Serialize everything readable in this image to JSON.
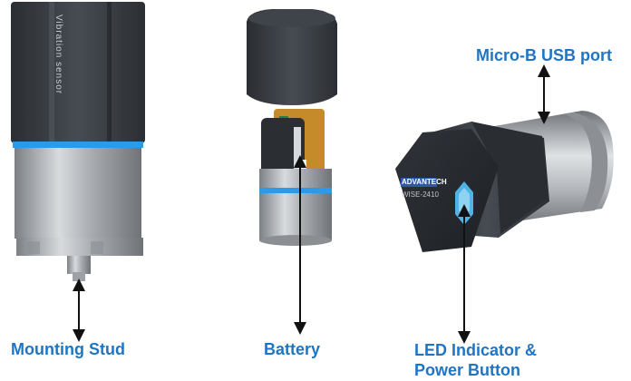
{
  "labels": {
    "mounting_stud": "Mounting Stud",
    "battery": "Battery",
    "usb_port": "Micro-B USB port",
    "led_line1": "LED Indicator &",
    "led_line2": "Power Button"
  },
  "device_text": {
    "side_text": "Vibration sensor",
    "brand": "ADVANTECH",
    "model": "WISE-2410"
  },
  "colors": {
    "label_blue": "#1f75c4",
    "accent_ring": "#2d9ae8",
    "led": "#4fb3e3"
  }
}
